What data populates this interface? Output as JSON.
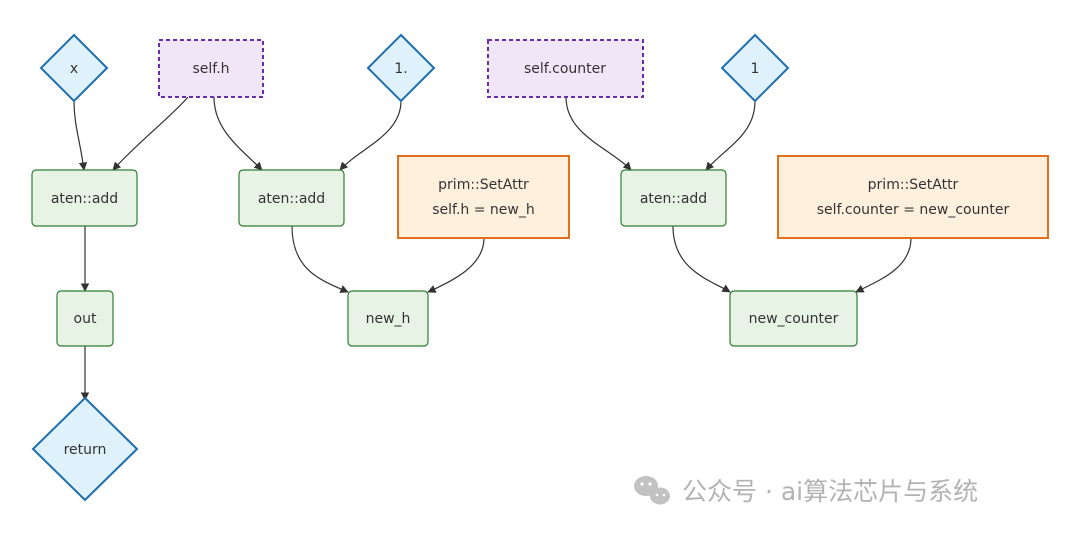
{
  "nodes": {
    "x": "x",
    "self_h": "self.h",
    "const_1_dot": "1.",
    "self_counter": "self.counter",
    "const_1": "1",
    "add_1": "aten::add",
    "add_2": "aten::add",
    "add_3": "aten::add",
    "setattr_h": [
      "prim::SetAttr",
      "self.h = new_h"
    ],
    "setattr_counter": [
      "prim::SetAttr",
      "self.counter = new_counter"
    ],
    "out": "out",
    "new_h": "new_h",
    "new_counter": "new_counter",
    "return": "return"
  },
  "watermark": {
    "text": "公众号 · ai算法芯片与系统",
    "icon": "wechat-icon"
  },
  "colors": {
    "diamond_fill": "#dff1fb",
    "diamond_stroke": "#1f6fb0",
    "attr_fill": "#f1e6f8",
    "attr_stroke": "#6a2da8",
    "op_fill": "#e6f3e5",
    "op_stroke": "#2e7d32",
    "setattr_fill": "#fff0de",
    "setattr_stroke": "#e0701c",
    "edge": "#333333"
  }
}
